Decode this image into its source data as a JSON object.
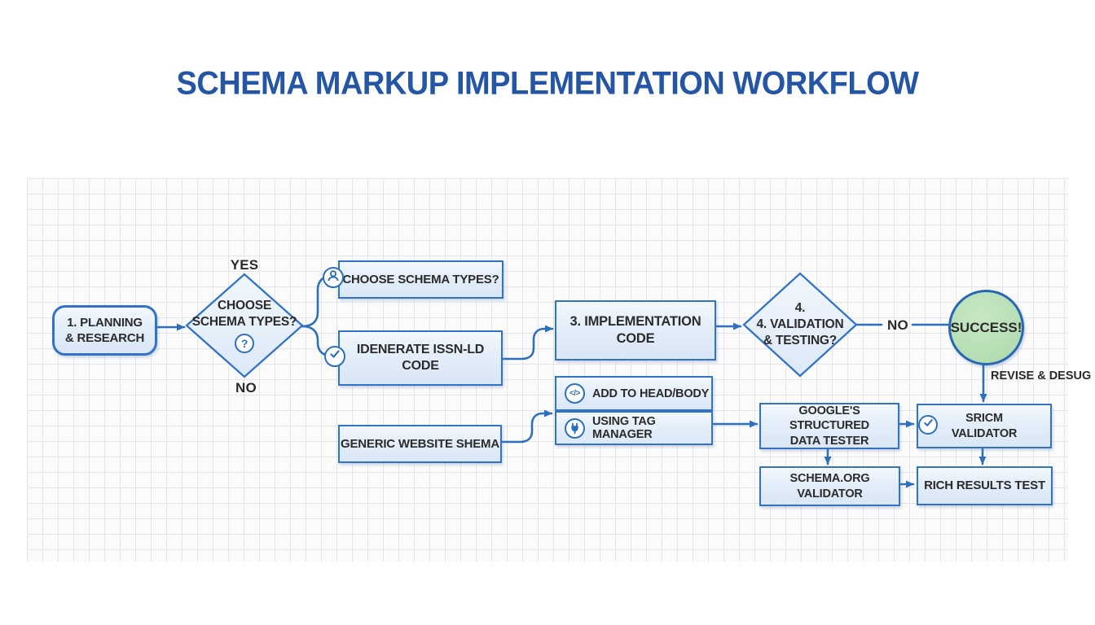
{
  "title": "SCHEMA MARKUP IMPLEMENTATION WORKFLOW",
  "colors": {
    "accent_blue": "#2e6fbd",
    "border_blue": "#3273c5",
    "title_blue": "#2456a5",
    "success_green": "#b5ddb3",
    "text": "#2b2b2b"
  },
  "labels": {
    "yes": "YES",
    "no_below_choose": "NO",
    "no_to_success": "NO",
    "revise": "REVISE & DESUG"
  },
  "nodes": {
    "planning": {
      "lines": [
        "1. PLANNING",
        "& RESEARCH"
      ]
    },
    "choose_decision": {
      "lines": [
        "CHOOSE",
        "SCHEMA TYPES?"
      ],
      "icon": "question-icon",
      "icon_glyph": "?"
    },
    "choose_types": {
      "label": "CHOOSE SCHEMA TYPES?",
      "icon": "person-icon"
    },
    "generate_code": {
      "lines": [
        "IDENERATE ISSN-LD",
        "CODE"
      ],
      "icon": "check-icon"
    },
    "implementation": {
      "lines": [
        "3. IMPLEMENTATION",
        "CODE"
      ]
    },
    "validation_decision": {
      "lines": [
        "4.",
        "4. VALIDATION",
        "& TESTING?"
      ]
    },
    "success": {
      "label": "SUCCESS!"
    },
    "add_to_head": {
      "label": "ADD TO HEAD/BODY",
      "icon": "code-icon",
      "icon_glyph": "</>"
    },
    "tag_manager": {
      "label": "USING TAG MANAGER",
      "icon": "plug-icon"
    },
    "generic_schema": {
      "label": "GENERIC WEBSITE SHEMA"
    },
    "google_tester": {
      "lines": [
        "GOOGLE'S STRUCTURED",
        "DATA TESTER"
      ]
    },
    "sricm_validator": {
      "lines": [
        "SRICM",
        "VALIDATOR"
      ],
      "icon": "check-icon"
    },
    "schema_org": {
      "label": "SCHEMA.ORG VALIDATOR"
    },
    "rich_results": {
      "label": "RICH RESULTS TEST"
    }
  }
}
